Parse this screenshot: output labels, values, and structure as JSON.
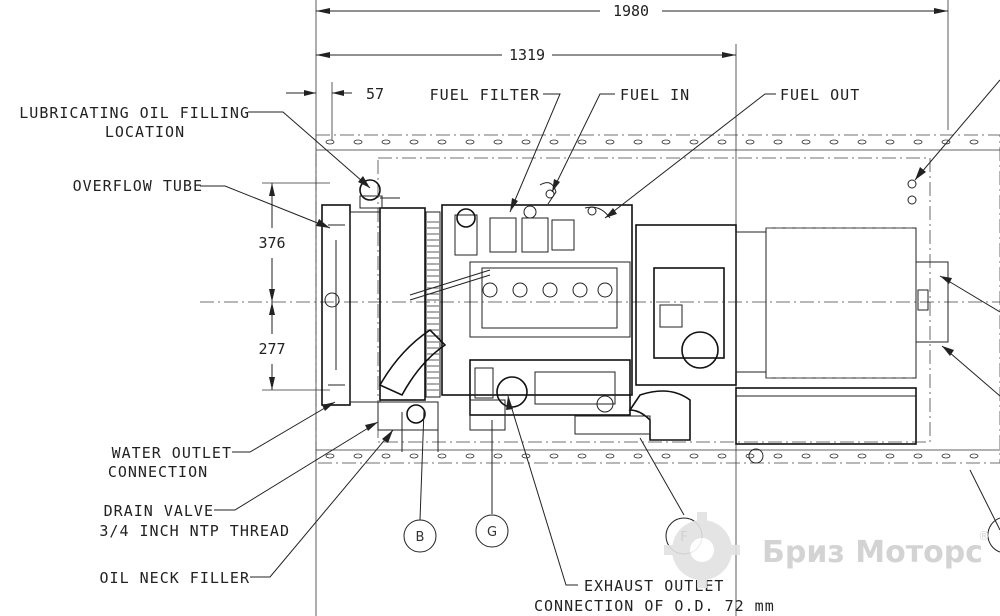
{
  "dimensions": {
    "overall_length": "1980",
    "base_length": "1319",
    "offset": "57",
    "upper_height": "376",
    "lower_height": "277"
  },
  "callouts": {
    "lube_oil_fill_line1": "LUBRICATING OIL FILLING",
    "lube_oil_fill_line2": "LOCATION",
    "overflow_tube": "OVERFLOW TUBE",
    "fuel_filter": "FUEL FILTER",
    "fuel_in": "FUEL IN",
    "fuel_out": "FUEL OUT",
    "water_outlet_line1": "WATER OUTLET",
    "water_outlet_line2": "CONNECTION",
    "drain_valve_line1": "DRAIN VALVE",
    "drain_valve_line2": "3/4 INCH NTP THREAD",
    "oil_neck_filler": "OIL NECK FILLER",
    "exhaust_outlet_line1": "EXHAUST OUTLET",
    "exhaust_outlet_line2": "CONNECTION OF O.D. 72 mm"
  },
  "bubbles": {
    "b": "B",
    "g": "G",
    "f": "F"
  },
  "watermark": {
    "text": "Бриз Моторс",
    "mark": "®"
  }
}
